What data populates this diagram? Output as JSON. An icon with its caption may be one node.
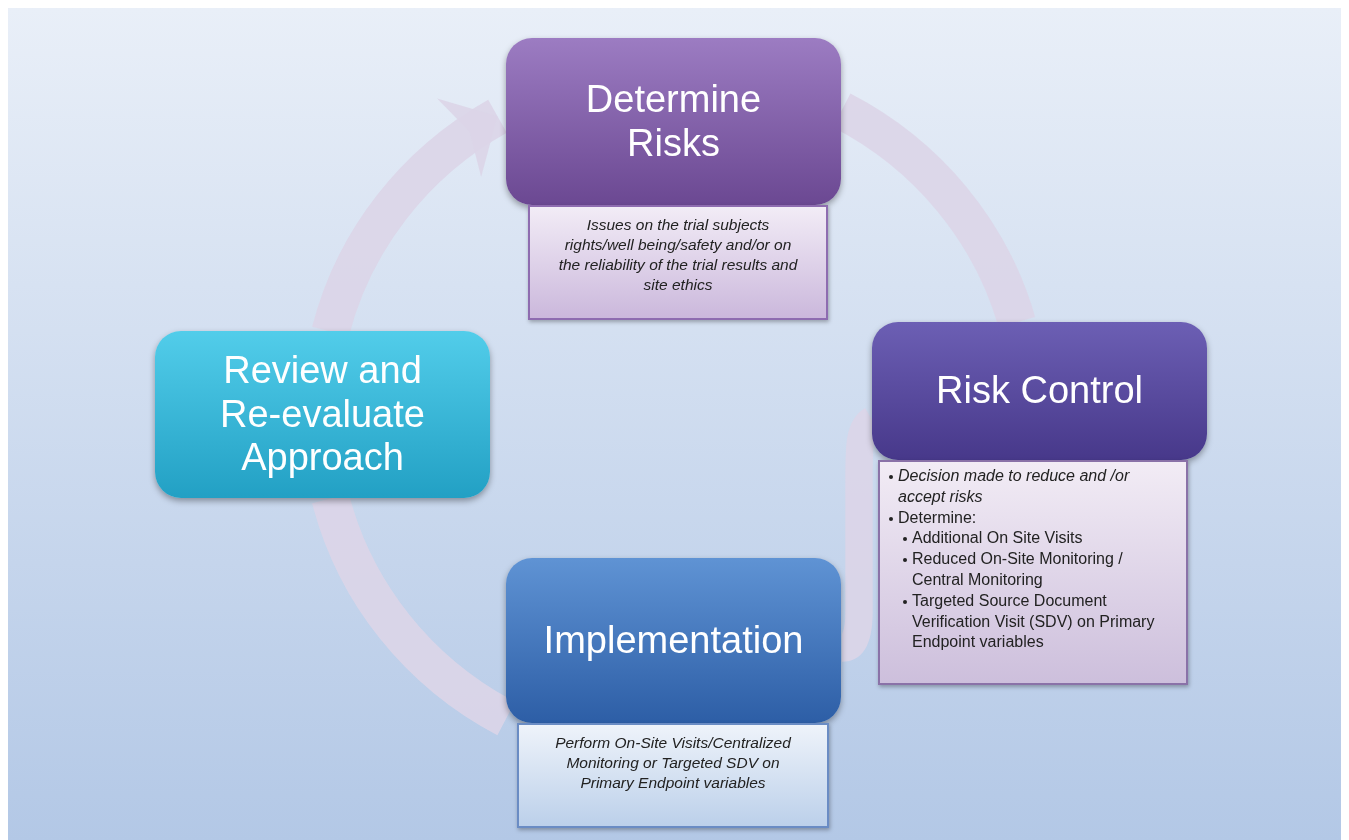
{
  "diagram": {
    "nodes": [
      {
        "text": [
          "Determine Risks"
        ]
      },
      {
        "text": [
          "Issues on  the trial subjects rights/well being/safety and/or on the reliability of the trial results and site ethics"
        ]
      },
      {
        "text": [
          "Risk Control"
        ]
      },
      {
        "text": [
          "Decision made to reduce and /or accept risks",
          "Determine:",
          "Additional On Site Visits",
          "Reduced On-Site Monitoring / Central   Monitoring",
          "Targeted Source Document Verification Visit (SDV) on Primary Endpoint variables"
        ]
      },
      {
        "text": [
          "Implementation"
        ]
      },
      {
        "text": [
          "Perform On-Site Visits/Centralized Monitoring or Targeted SDV on Primary Endpoint variables"
        ]
      },
      {
        "text": [
          "Review and Re-evaluate Approach"
        ]
      }
    ],
    "edges": [
      {
        "from": 6,
        "to": 0,
        "arrow": "to"
      },
      {
        "from": 0,
        "to": 2,
        "arrow": "none"
      },
      {
        "from": 2,
        "to": 4,
        "arrow": "none"
      },
      {
        "from": 4,
        "to": 6,
        "arrow": "none"
      }
    ]
  }
}
